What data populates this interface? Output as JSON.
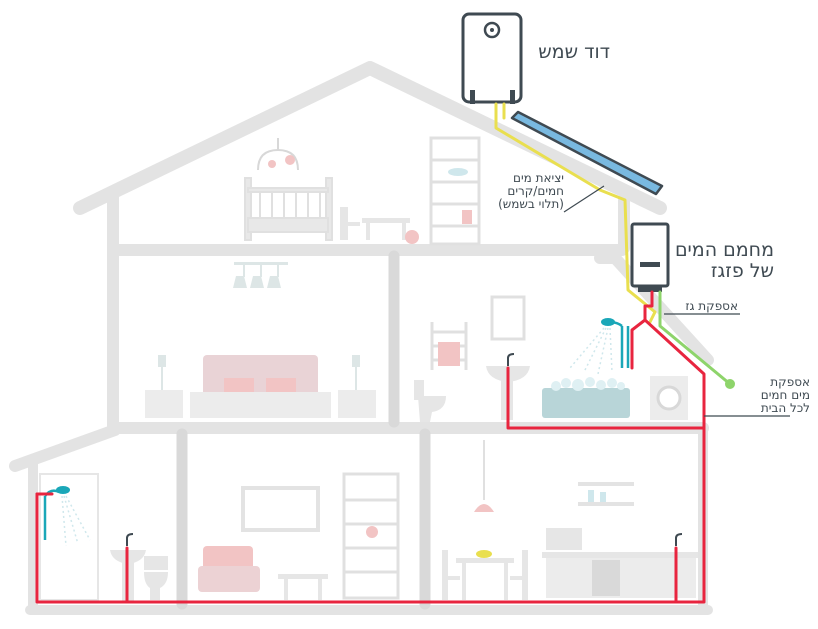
{
  "labels": {
    "solar_heater": "דוד שמש",
    "hot_water_out": [
      "יציאת מים",
      "חמים/קרים",
      "(תלוי בשמש)"
    ],
    "gas_heater": [
      "מחמם המים",
      "של פזגז"
    ],
    "gas_supply": "אספקת גז",
    "house_hot_water": [
      "אספקת",
      "מים חמים",
      "לכל הבית"
    ]
  },
  "colors": {
    "wall": "#e3e3e3",
    "furniture": "#e6e6e6",
    "hot_pipe": "#e8253f",
    "solar_pipe": "#e9df4f",
    "gas_pipe": "#8ed46b",
    "teal_accent": "#1aa7b8",
    "pink_accent": "#f2c4c4",
    "outline": "#3f4a52",
    "solar_panel": "#79b9e0"
  }
}
